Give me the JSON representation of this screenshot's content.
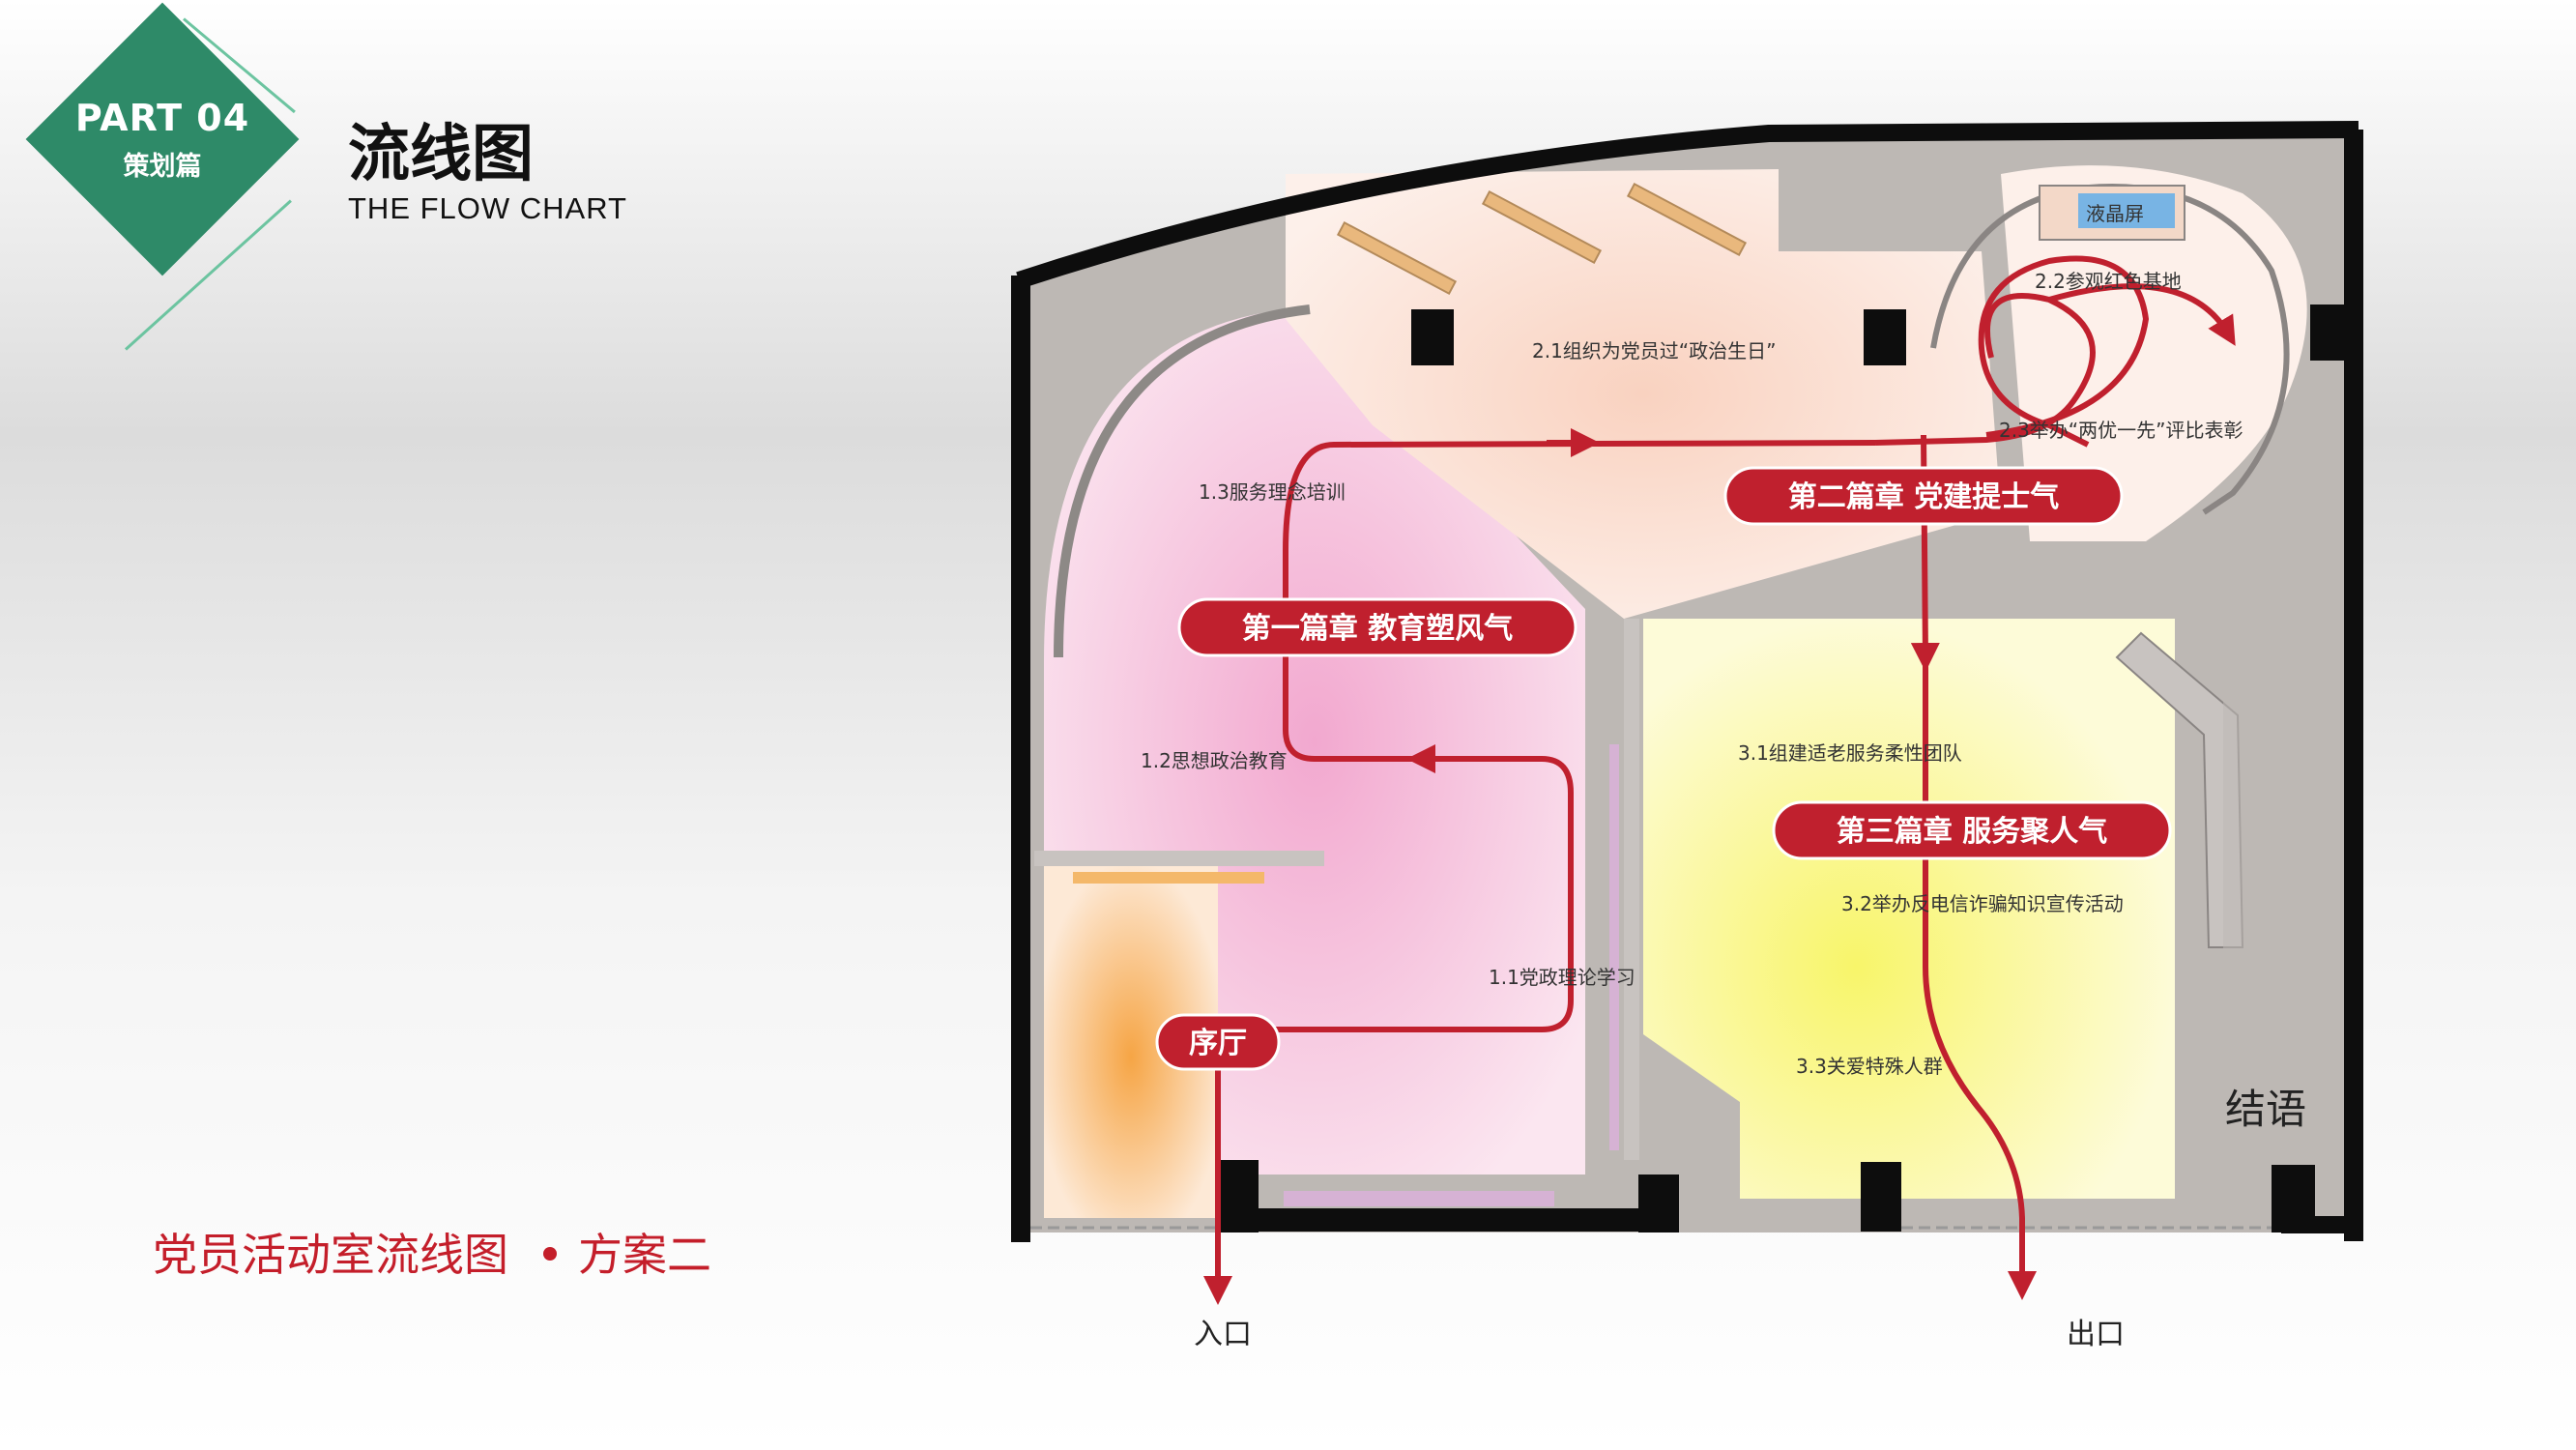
{
  "header": {
    "badge_part": "PART 04",
    "badge_sub": "策划篇",
    "title": "流线图",
    "subtitle": "THE FLOW CHART"
  },
  "caption": {
    "main": "党员活动室流线图",
    "variant": "方案二"
  },
  "plan": {
    "chapters": {
      "one": "第一篇章 教育塑风气",
      "two": "第二篇章 党建提士气",
      "three": "第三篇章 服务聚人气",
      "lobby": "序厅",
      "conclusion": "结语"
    },
    "labels": {
      "l11": "1.1党政理论学习",
      "l12": "1.2思想政治教育",
      "l13": "1.3服务理念培训",
      "l21": "2.1组织为党员过“政治生日”",
      "l22": "2.2参观红色基地",
      "l23": "2.3举办“两优一先”评比表彰",
      "l31": "3.1组建适老服务柔性团队",
      "l32": "3.2举办反电信诈骗知识宣传活动",
      "l33": "3.3关爱特殊人群",
      "screen": "液晶屏"
    },
    "doors": {
      "entrance": "入口",
      "exit": "出口"
    },
    "colors": {
      "route": "#c0202e",
      "badge": "#2e8a68",
      "wall": "#0d0d0d"
    }
  }
}
